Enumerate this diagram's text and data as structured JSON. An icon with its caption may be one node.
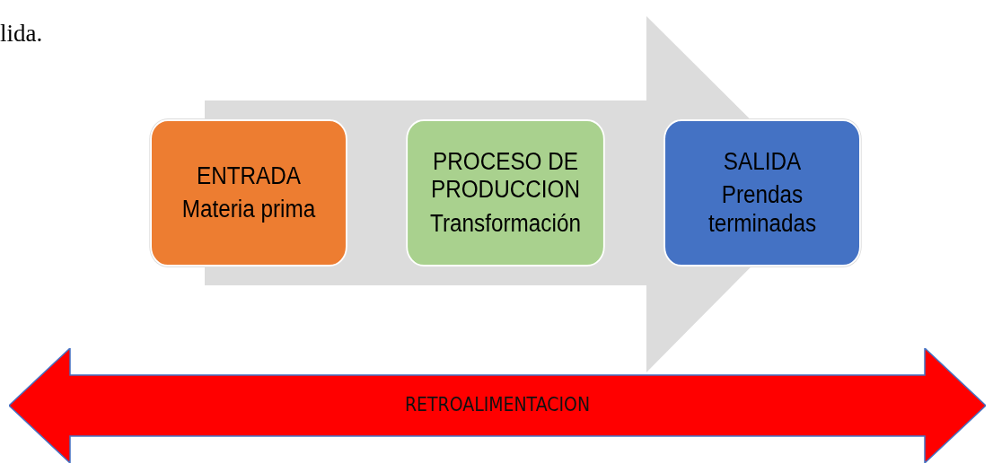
{
  "diagram": {
    "nodes": [
      {
        "text": [
          "ENTRADA",
          "Materia prima"
        ]
      },
      {
        "text": [
          "PROCESO DE PRODUCCION",
          "Transformación"
        ]
      },
      {
        "text": [
          "SALIDA",
          "Prendas terminadas"
        ]
      },
      {
        "text": [
          "RETROALIMENTACION"
        ]
      }
    ],
    "edges": [
      {
        "from": 0,
        "to": 2,
        "arrow": "to"
      }
    ],
    "labels": [
      "lida."
    ]
  }
}
